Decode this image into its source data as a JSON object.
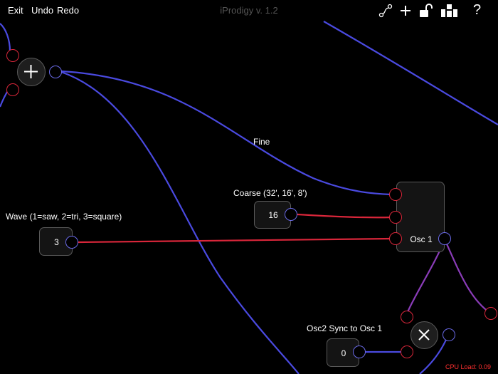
{
  "toolbar": {
    "exit_label": "Exit",
    "undo_label": "Undo",
    "redo_label": "Redo",
    "title": "iProdigy v. 1.2",
    "icons": [
      "link-icon",
      "plus-icon",
      "unlock-icon",
      "modules-icon",
      "help-icon"
    ],
    "help_glyph": "?"
  },
  "nodes": {
    "wave": {
      "label": "Wave (1=saw, 2=tri, 3=square)",
      "value": "3"
    },
    "coarse": {
      "label": "Coarse (32', 16', 8')",
      "value": "16"
    },
    "sync": {
      "label": "Osc2 Sync to Osc 1",
      "value": "0"
    },
    "osc1": {
      "label": "Osc 1"
    }
  },
  "wire_labels": {
    "fine": "Fine"
  },
  "status": {
    "cpu_load": "CPU Load: 0.09"
  },
  "colors": {
    "audio_wire": "#4a4ae0",
    "control_wire": "#d9263a",
    "port_out": "#6a6ae8",
    "port_in": "#d9263a",
    "title": "#555555"
  }
}
